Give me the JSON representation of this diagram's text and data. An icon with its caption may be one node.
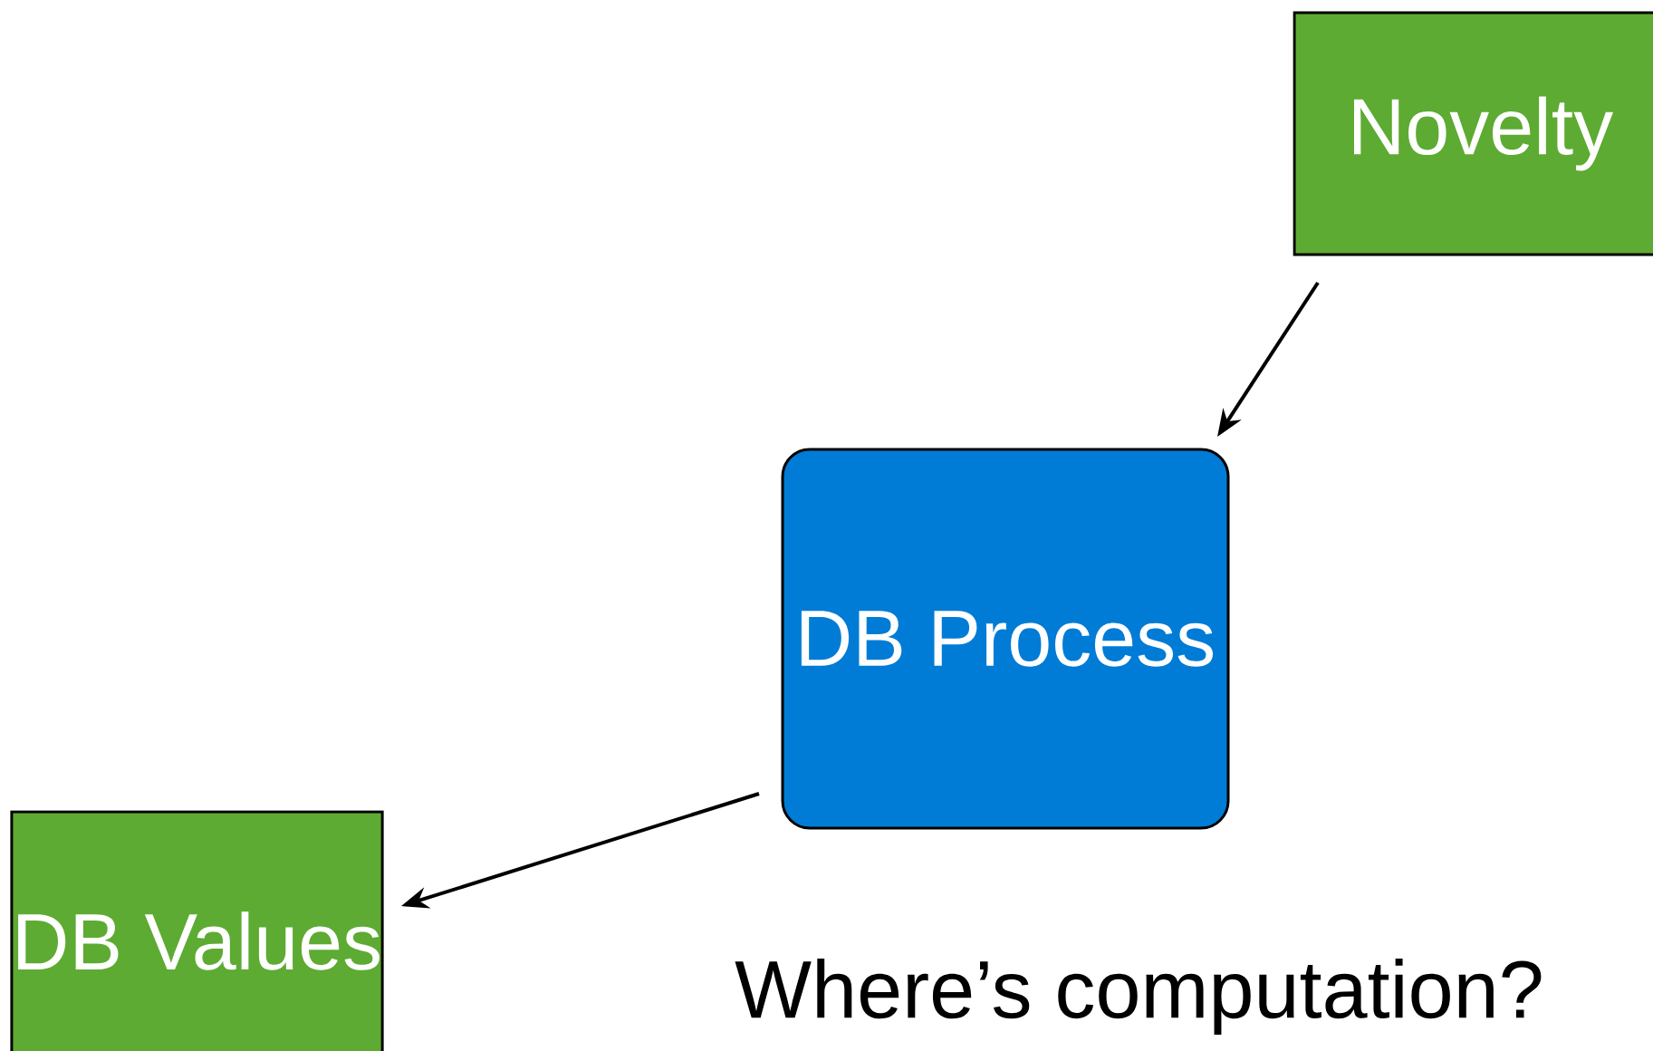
{
  "diagram": {
    "nodes": [
      {
        "text": [
          "Novelty"
        ]
      },
      {
        "text": [
          "DB Process"
        ]
      },
      {
        "text": [
          "DB Values"
        ]
      }
    ],
    "edges": [
      {
        "from": 0,
        "to": 1,
        "arrow": "to"
      },
      {
        "from": 1,
        "to": 2,
        "arrow": "to"
      }
    ],
    "labels": [
      "Where’s computation?"
    ]
  }
}
